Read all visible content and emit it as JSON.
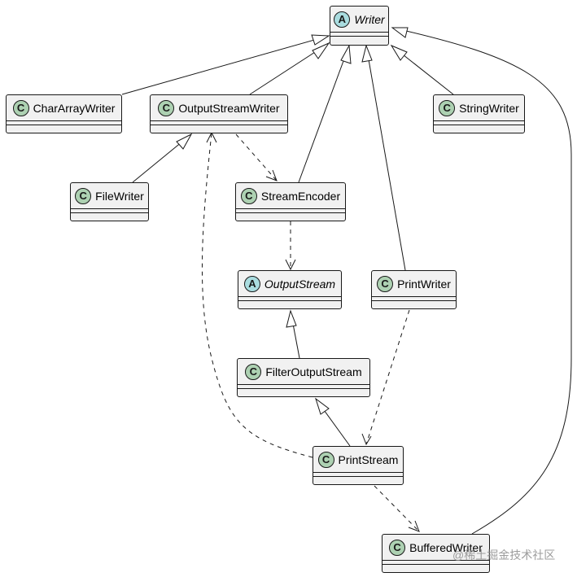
{
  "diagram": {
    "classes": {
      "writer": {
        "name": "Writer",
        "badge": "A",
        "kind": "abstract"
      },
      "char_array_writer": {
        "name": "CharArrayWriter",
        "badge": "C",
        "kind": "class"
      },
      "output_stream_writer": {
        "name": "OutputStreamWriter",
        "badge": "C",
        "kind": "class"
      },
      "string_writer": {
        "name": "StringWriter",
        "badge": "C",
        "kind": "class"
      },
      "file_writer": {
        "name": "FileWriter",
        "badge": "C",
        "kind": "class"
      },
      "stream_encoder": {
        "name": "StreamEncoder",
        "badge": "C",
        "kind": "class"
      },
      "output_stream": {
        "name": "OutputStream",
        "badge": "A",
        "kind": "abstract"
      },
      "print_writer": {
        "name": "PrintWriter",
        "badge": "C",
        "kind": "class"
      },
      "filter_output_stream": {
        "name": "FilterOutputStream",
        "badge": "C",
        "kind": "class"
      },
      "print_stream": {
        "name": "PrintStream",
        "badge": "C",
        "kind": "class"
      },
      "buffered_writer": {
        "name": "BufferedWriter",
        "badge": "C",
        "kind": "class"
      }
    },
    "relations": [
      {
        "from": "char_array_writer",
        "to": "writer",
        "type": "extends"
      },
      {
        "from": "output_stream_writer",
        "to": "writer",
        "type": "extends"
      },
      {
        "from": "stream_encoder",
        "to": "writer",
        "type": "extends"
      },
      {
        "from": "print_writer",
        "to": "writer",
        "type": "extends"
      },
      {
        "from": "string_writer",
        "to": "writer",
        "type": "extends"
      },
      {
        "from": "buffered_writer",
        "to": "writer",
        "type": "extends"
      },
      {
        "from": "file_writer",
        "to": "output_stream_writer",
        "type": "extends"
      },
      {
        "from": "output_stream_writer",
        "to": "stream_encoder",
        "type": "depends"
      },
      {
        "from": "stream_encoder",
        "to": "output_stream",
        "type": "depends"
      },
      {
        "from": "filter_output_stream",
        "to": "output_stream",
        "type": "extends"
      },
      {
        "from": "print_stream",
        "to": "filter_output_stream",
        "type": "extends"
      },
      {
        "from": "print_stream",
        "to": "output_stream_writer",
        "type": "depends"
      },
      {
        "from": "print_writer",
        "to": "print_stream",
        "type": "depends"
      },
      {
        "from": "print_stream",
        "to": "buffered_writer",
        "type": "depends"
      }
    ]
  },
  "colors": {
    "class_fill": "#f1f1f1",
    "border": "#181818",
    "class_badge": "#add1b2",
    "abstract_badge": "#a9dcdf"
  },
  "watermark": "@稀土掘金技术社区"
}
